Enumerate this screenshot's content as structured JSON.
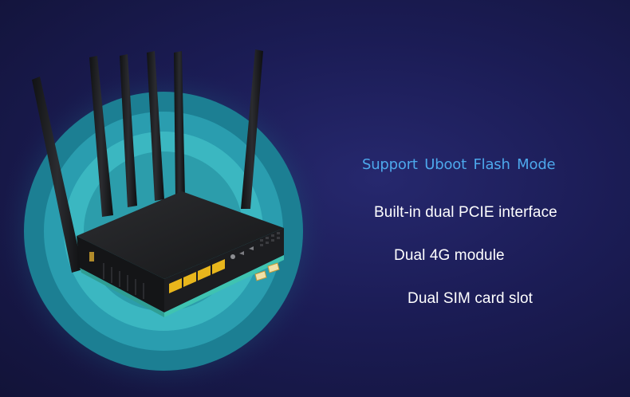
{
  "features": [
    {
      "text": "Support Uboot  Flash  Mode",
      "highlighted": true
    },
    {
      "text": "Built-in dual PCIE interface",
      "highlighted": false
    },
    {
      "text": "Dual 4G module",
      "highlighted": false
    },
    {
      "text": "Dual SIM card slot",
      "highlighted": false
    }
  ],
  "colors": {
    "background": "#1b1c55",
    "ring_outer": "#1c7f93",
    "ring_inner": "#3ab4bf",
    "highlight_text": "#4da8ec",
    "connector_line": "#38c2bc",
    "router_body": "#1e1f21",
    "router_base": "#3fc3b1",
    "ethernet_port": "#e8b61c"
  },
  "product": {
    "antenna_count": 6,
    "ethernet_port_count": 4
  }
}
